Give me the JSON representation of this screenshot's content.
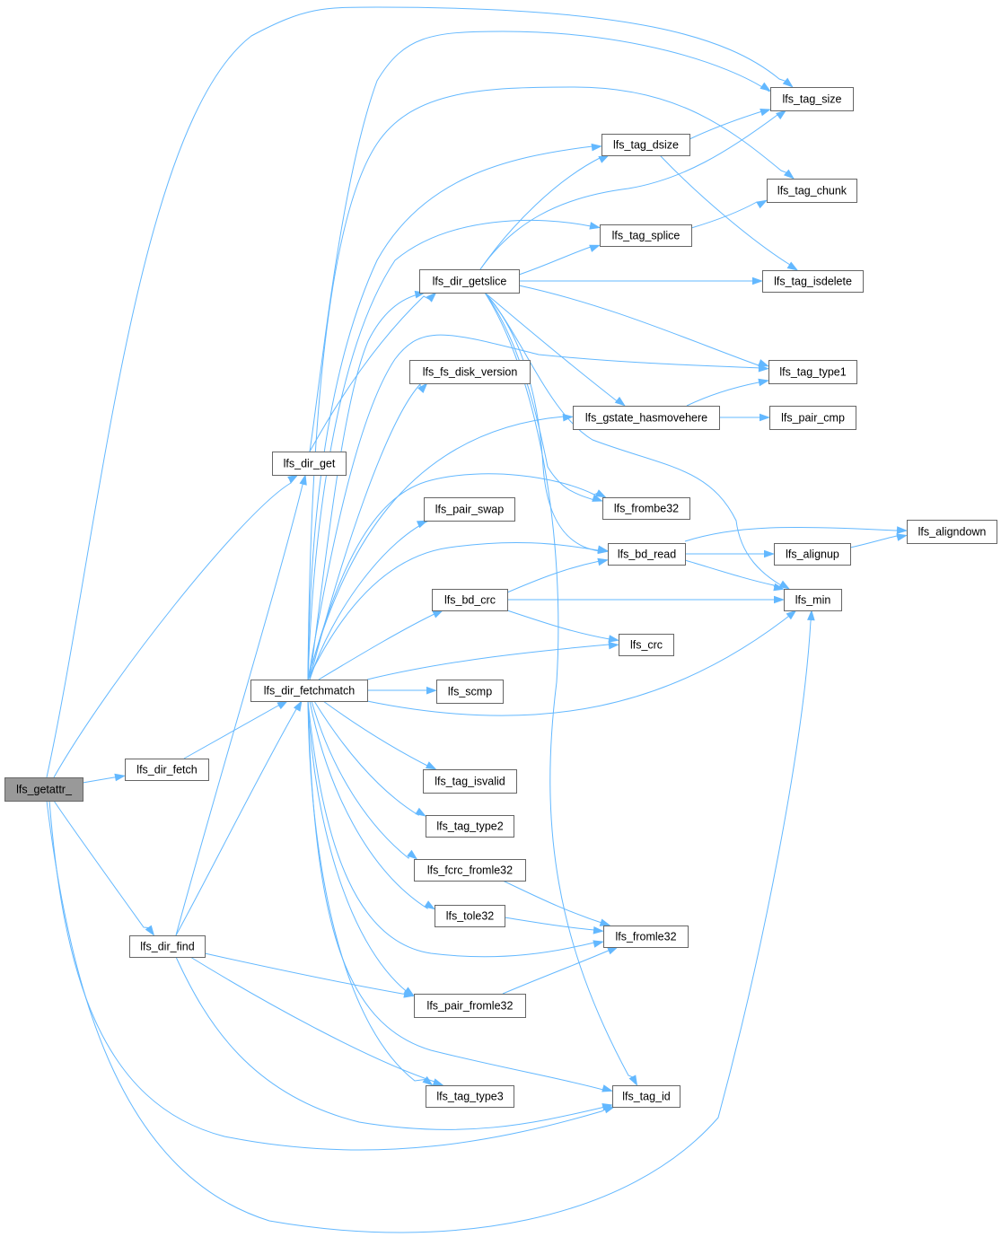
{
  "diagram": {
    "root": "lfs_getattr_",
    "colors": {
      "edge": "#63b8ff",
      "node_border": "#666666",
      "root_fill": "#999999",
      "node_fill": "#ffffff"
    },
    "nodes": [
      {
        "id": "getattr",
        "label": "lfs_getattr_"
      },
      {
        "id": "dir_fetch",
        "label": "lfs_dir_fetch"
      },
      {
        "id": "dir_find",
        "label": "lfs_dir_find"
      },
      {
        "id": "dir_get",
        "label": "lfs_dir_get"
      },
      {
        "id": "dir_fetchmatch",
        "label": "lfs_dir_fetchmatch"
      },
      {
        "id": "dir_getslice",
        "label": "lfs_dir_getslice"
      },
      {
        "id": "fs_disk_version",
        "label": "lfs_fs_disk_version"
      },
      {
        "id": "pair_swap",
        "label": "lfs_pair_swap"
      },
      {
        "id": "bd_crc",
        "label": "lfs_bd_crc"
      },
      {
        "id": "scmp",
        "label": "lfs_scmp"
      },
      {
        "id": "tag_isvalid",
        "label": "lfs_tag_isvalid"
      },
      {
        "id": "tag_type2",
        "label": "lfs_tag_type2"
      },
      {
        "id": "fcrc_fromle32",
        "label": "lfs_fcrc_fromle32"
      },
      {
        "id": "tole32",
        "label": "lfs_tole32"
      },
      {
        "id": "pair_fromle32",
        "label": "lfs_pair_fromle32"
      },
      {
        "id": "tag_type3",
        "label": "lfs_tag_type3"
      },
      {
        "id": "tag_dsize",
        "label": "lfs_tag_dsize"
      },
      {
        "id": "tag_splice",
        "label": "lfs_tag_splice"
      },
      {
        "id": "gstate_hasmovehere",
        "label": "lfs_gstate_hasmovehere"
      },
      {
        "id": "frombe32",
        "label": "lfs_frombe32"
      },
      {
        "id": "bd_read",
        "label": "lfs_bd_read"
      },
      {
        "id": "crc",
        "label": "lfs_crc"
      },
      {
        "id": "fromle32",
        "label": "lfs_fromle32"
      },
      {
        "id": "tag_id",
        "label": "lfs_tag_id"
      },
      {
        "id": "tag_size",
        "label": "lfs_tag_size"
      },
      {
        "id": "tag_chunk",
        "label": "lfs_tag_chunk"
      },
      {
        "id": "tag_isdelete",
        "label": "lfs_tag_isdelete"
      },
      {
        "id": "tag_type1",
        "label": "lfs_tag_type1"
      },
      {
        "id": "pair_cmp",
        "label": "lfs_pair_cmp"
      },
      {
        "id": "alignup",
        "label": "lfs_alignup"
      },
      {
        "id": "min",
        "label": "lfs_min"
      },
      {
        "id": "aligndown",
        "label": "lfs_aligndown"
      }
    ],
    "edges": [
      {
        "from": "getattr",
        "to": "dir_fetch"
      },
      {
        "from": "getattr",
        "to": "dir_find"
      },
      {
        "from": "getattr",
        "to": "dir_get"
      },
      {
        "from": "getattr",
        "to": "tag_size"
      },
      {
        "from": "getattr",
        "to": "tag_id"
      },
      {
        "from": "getattr",
        "to": "min"
      },
      {
        "from": "dir_fetch",
        "to": "dir_fetchmatch"
      },
      {
        "from": "dir_find",
        "to": "dir_fetchmatch"
      },
      {
        "from": "dir_find",
        "to": "dir_get"
      },
      {
        "from": "dir_find",
        "to": "pair_fromle32"
      },
      {
        "from": "dir_find",
        "to": "tag_type3"
      },
      {
        "from": "dir_find",
        "to": "tag_id"
      },
      {
        "from": "dir_get",
        "to": "dir_getslice"
      },
      {
        "from": "dir_get",
        "to": "tag_size"
      },
      {
        "from": "dir_fetchmatch",
        "to": "dir_getslice"
      },
      {
        "from": "dir_fetchmatch",
        "to": "fs_disk_version"
      },
      {
        "from": "dir_fetchmatch",
        "to": "pair_swap"
      },
      {
        "from": "dir_fetchmatch",
        "to": "bd_crc"
      },
      {
        "from": "dir_fetchmatch",
        "to": "scmp"
      },
      {
        "from": "dir_fetchmatch",
        "to": "tag_isvalid"
      },
      {
        "from": "dir_fetchmatch",
        "to": "tag_type2"
      },
      {
        "from": "dir_fetchmatch",
        "to": "fcrc_fromle32"
      },
      {
        "from": "dir_fetchmatch",
        "to": "tole32"
      },
      {
        "from": "dir_fetchmatch",
        "to": "pair_fromle32"
      },
      {
        "from": "dir_fetchmatch",
        "to": "tag_type3"
      },
      {
        "from": "dir_fetchmatch",
        "to": "tag_dsize"
      },
      {
        "from": "dir_fetchmatch",
        "to": "tag_splice"
      },
      {
        "from": "dir_fetchmatch",
        "to": "gstate_hasmovehere"
      },
      {
        "from": "dir_fetchmatch",
        "to": "frombe32"
      },
      {
        "from": "dir_fetchmatch",
        "to": "bd_read"
      },
      {
        "from": "dir_fetchmatch",
        "to": "crc"
      },
      {
        "from": "dir_fetchmatch",
        "to": "fromle32"
      },
      {
        "from": "dir_fetchmatch",
        "to": "tag_id"
      },
      {
        "from": "dir_fetchmatch",
        "to": "tag_chunk"
      },
      {
        "from": "dir_fetchmatch",
        "to": "tag_type1"
      },
      {
        "from": "dir_fetchmatch",
        "to": "min"
      },
      {
        "from": "dir_getslice",
        "to": "tag_dsize"
      },
      {
        "from": "dir_getslice",
        "to": "tag_splice"
      },
      {
        "from": "dir_getslice",
        "to": "tag_size"
      },
      {
        "from": "dir_getslice",
        "to": "tag_isdelete"
      },
      {
        "from": "dir_getslice",
        "to": "tag_type1"
      },
      {
        "from": "dir_getslice",
        "to": "gstate_hasmovehere"
      },
      {
        "from": "dir_getslice",
        "to": "frombe32"
      },
      {
        "from": "dir_getslice",
        "to": "bd_read"
      },
      {
        "from": "dir_getslice",
        "to": "min"
      },
      {
        "from": "dir_getslice",
        "to": "tag_id"
      },
      {
        "from": "bd_crc",
        "to": "bd_read"
      },
      {
        "from": "bd_crc",
        "to": "min"
      },
      {
        "from": "bd_crc",
        "to": "crc"
      },
      {
        "from": "fcrc_fromle32",
        "to": "fromle32"
      },
      {
        "from": "tole32",
        "to": "fromle32"
      },
      {
        "from": "pair_fromle32",
        "to": "fromle32"
      },
      {
        "from": "tag_dsize",
        "to": "tag_size"
      },
      {
        "from": "tag_dsize",
        "to": "tag_isdelete"
      },
      {
        "from": "tag_splice",
        "to": "tag_chunk"
      },
      {
        "from": "gstate_hasmovehere",
        "to": "tag_type1"
      },
      {
        "from": "gstate_hasmovehere",
        "to": "pair_cmp"
      },
      {
        "from": "bd_read",
        "to": "alignup"
      },
      {
        "from": "bd_read",
        "to": "aligndown"
      },
      {
        "from": "bd_read",
        "to": "min"
      },
      {
        "from": "alignup",
        "to": "aligndown"
      }
    ]
  }
}
